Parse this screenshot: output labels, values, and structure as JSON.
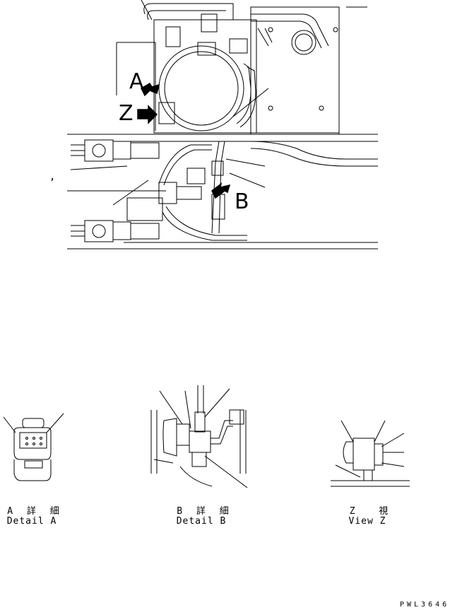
{
  "main_view": {
    "view_arrows": {
      "a_letter": "A",
      "z_letter": "Z",
      "b_letter": "B"
    },
    "stray_mark": ","
  },
  "details": {
    "detail_a": {
      "caption_jp": "A 詳 細",
      "caption_en": "Detail A"
    },
    "detail_b": {
      "caption_jp": "B 詳 細",
      "caption_en": "Detail B"
    },
    "view_z": {
      "caption_jp": "Z  視",
      "caption_en": "View Z"
    }
  },
  "drawing_number": "PWL3646",
  "colors": {
    "line": "#000000",
    "background": "#ffffff"
  }
}
